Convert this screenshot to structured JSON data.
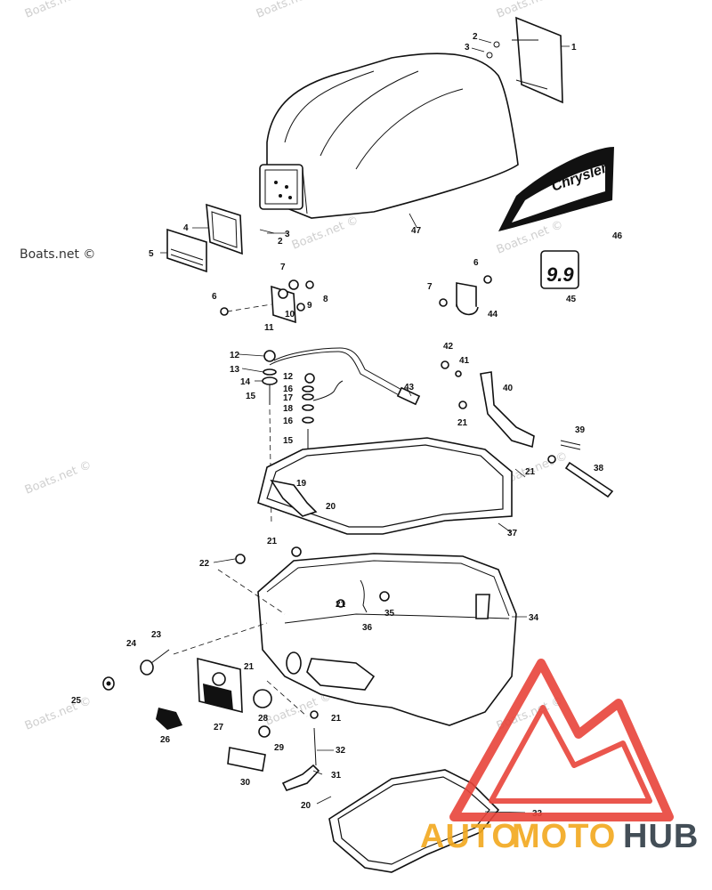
{
  "watermarks": {
    "text": "Boats.net ©",
    "dark_text": "Boats.net ©"
  },
  "decals": {
    "side_decal_text": "Chrysler",
    "hp_decal_text": "9.9"
  },
  "logo": {
    "part1": "AUTO",
    "part2": "MOTO",
    "part3": "HUB",
    "color_accent": "#e8443a",
    "color_gold": "#f2a81e",
    "color_dark": "#2f3b45"
  },
  "labels": {
    "l_1": "1",
    "l_2a": "2",
    "l_3a": "3",
    "l_47": "47",
    "l_46": "46",
    "l_45": "45",
    "l_4": "4",
    "l_5": "5",
    "l_2b": "2",
    "l_3b": "3",
    "l_6a": "6",
    "l_7a": "7",
    "l_8": "8",
    "l_9": "9",
    "l_10": "10",
    "l_11": "11",
    "l_6b": "6",
    "l_7b": "7",
    "l_44": "44",
    "l_12a": "12",
    "l_13": "13",
    "l_14": "14",
    "l_15a": "15",
    "l_12b": "12",
    "l_16a": "16",
    "l_17": "17",
    "l_18": "18",
    "l_16b": "16",
    "l_15b": "15",
    "l_43": "43",
    "l_42": "42",
    "l_41": "41",
    "l_40": "40",
    "l_21a": "21",
    "l_39": "39",
    "l_38": "38",
    "l_21b": "21",
    "l_19": "19",
    "l_20a": "20",
    "l_37": "37",
    "l_21c": "21",
    "l_22": "22",
    "l_21d": "21",
    "l_35": "35",
    "l_36": "36",
    "l_34": "34",
    "l_23": "23",
    "l_24": "24",
    "l_25": "25",
    "l_21e": "21",
    "l_26": "26",
    "l_27": "27",
    "l_28": "28",
    "l_21f": "21",
    "l_29": "29",
    "l_32": "32",
    "l_31": "31",
    "l_30": "30",
    "l_20b": "20",
    "l_33": "33"
  }
}
